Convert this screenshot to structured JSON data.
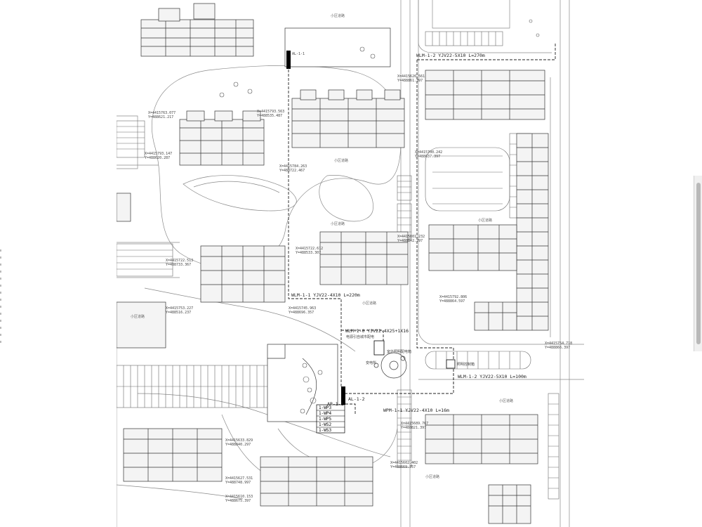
{
  "drawing": {
    "cables": {
      "wlm_1_2_top": "WLM-1-2 YJV22-5X10  L=270m",
      "wlm_1_1": "WLM-1-1 YJV22-4X10  L=220m",
      "wlm_1_0": "WLM-1-0 YJV22-4X25+1X16",
      "wlm_1_2_bottom": "WLM-1-2 YJV22-5X10  L=100m",
      "wpm_1_1": "WPM-1-1 YJV22-4X10  L=16m"
    },
    "boxes": {
      "al_1_1": "AL-1-1",
      "al_1_2": "AL-1-2",
      "ap_1_1": "AP-1-1",
      "circuits": [
        "1-WP3",
        "1-WP4",
        "1-WP5",
        "1-WS2",
        "1-WS3"
      ]
    },
    "coordinates": [
      "X=4415763.077",
      "Y=488621.217",
      "X=4415793.563",
      "Y=488535.487",
      "X=4415793.147",
      "Y=488620.287",
      "X=4415784.263",
      "Y=488722.467",
      "X=4415722.612",
      "Y=488533.307",
      "X=4415722.513",
      "Y=488733.367",
      "X=4415753.227",
      "Y=488516.237",
      "X=4415745.963",
      "Y=488696.357",
      "X=4415700.242",
      "Y=488637.397",
      "X=4415792.806",
      "Y=488864.597",
      "X=4415754.718",
      "Y=488866.397",
      "X=4415689.767",
      "Y=488821.397",
      "X=4415633.829",
      "Y=488840.297",
      "X=4415627.531",
      "Y=488748.997",
      "X=4415610.153",
      "Y=488675.397",
      "X=4415602.402",
      "Y=488669.757",
      "X=4415626.561",
      "Y=488861.397",
      "X=4415801.232",
      "Y=488842.297"
    ],
    "road_labels": [
      "小区道路",
      "小区道路",
      "小区道路",
      "小区道路",
      "小区道路",
      "小区道路",
      "小区道路",
      "小区道路"
    ],
    "notes": [
      "电源引自城市配电",
      "室外照明配电箱",
      "照明控制箱",
      "变电所"
    ]
  },
  "colors": {
    "line": "#4a4a4a",
    "line_light": "#9a9a9a",
    "cable": "#222222",
    "box_fill": "#000000"
  }
}
